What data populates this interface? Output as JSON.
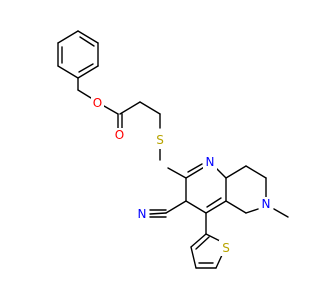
{
  "structure": {
    "atoms": {
      "O_ether": {
        "label": "O",
        "color": "#ff0000"
      },
      "O_carbonyl": {
        "label": "O",
        "color": "#ff0000"
      },
      "S_thioether": {
        "label": "S",
        "color": "#b8a400"
      },
      "N_pyridine": {
        "label": "N",
        "color": "#0000ff"
      },
      "N_amine": {
        "label": "N",
        "color": "#0000ff"
      },
      "N_nitrile": {
        "label": "N",
        "color": "#0000ff"
      },
      "S_thiophene": {
        "label": "S",
        "color": "#b8a400"
      }
    }
  }
}
